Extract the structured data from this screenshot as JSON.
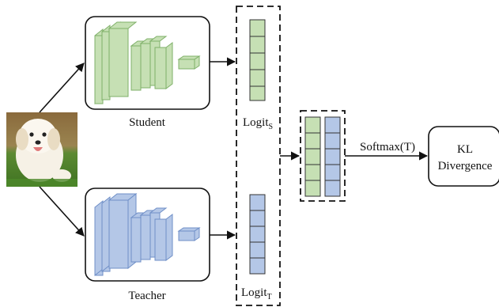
{
  "labels": {
    "student": "Student",
    "teacher": "Teacher",
    "logit_student_base": "Logit",
    "logit_student_sub": "S",
    "logit_teacher_base": "Logit",
    "logit_teacher_sub": "T",
    "softmax": "Softmax(T)",
    "kl_line1": "KL",
    "kl_line2": "Divergence"
  },
  "image": {
    "subject": "puppy"
  },
  "colors": {
    "student_fill": "#c6e0b4",
    "student_stroke": "#7fb069",
    "teacher_fill": "#b4c7e7",
    "teacher_stroke": "#6f8fc7",
    "line": "#111111"
  },
  "icons": {
    "arrow": "arrowhead",
    "dashed_box": "dashed-border"
  }
}
